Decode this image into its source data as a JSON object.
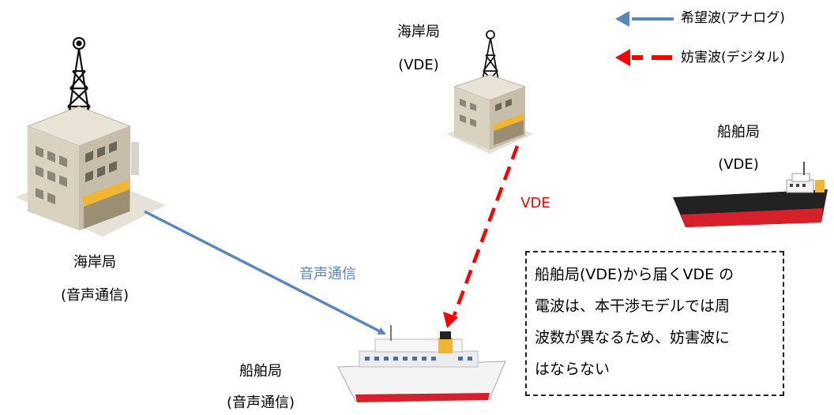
{
  "legend": {
    "desired_label": "希望波(アナログ)",
    "desired_color": "#5b86bd",
    "interference_label": "妨害波(デジタル)",
    "interference_color": "#ff0000"
  },
  "stations": {
    "coast_voice": {
      "name": "海岸局",
      "sub": "(音声通信)"
    },
    "coast_vde": {
      "name": "海岸局",
      "sub": "(VDE)"
    },
    "ship_vde": {
      "name": "船舶局",
      "sub": "(VDE)"
    },
    "ship_voice": {
      "name": "船舶局",
      "sub": "(音声通信)"
    }
  },
  "links": {
    "voice_label": "音声通信",
    "vde_label": "VDE"
  },
  "note": {
    "lines": [
      "船舶局(VDE)から届くVDE の",
      "電波は、本干渉モデルでは周",
      "波数が異なるため、妨害波に",
      "はならない"
    ]
  }
}
